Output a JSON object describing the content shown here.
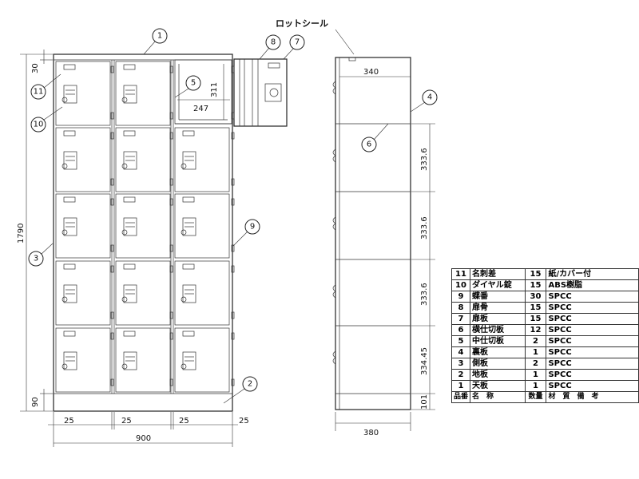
{
  "labels": {
    "seal": "ロットシール",
    "dims": {
      "top_margin": "30",
      "total_height": "1790",
      "base_height": "90",
      "gaps": [
        "25",
        "25",
        "25",
        "25"
      ],
      "total_width": "900",
      "depth": "380",
      "inner_depth": "340",
      "open_height": "311",
      "open_width": "247",
      "row_heights": [
        "333.6",
        "333.6",
        "333.6",
        "334.45"
      ],
      "bottom_height": "101"
    }
  },
  "callouts": [
    "1",
    "2",
    "3",
    "4",
    "5",
    "6",
    "7",
    "8",
    "9",
    "10",
    "11"
  ],
  "parts_table": {
    "rows": [
      {
        "no": "11",
        "name": "名刺差",
        "qty": "15",
        "material": "紙/カバー付"
      },
      {
        "no": "10",
        "name": "ダイヤル錠",
        "qty": "15",
        "material": "ABS樹脂"
      },
      {
        "no": "9",
        "name": "蝶番",
        "qty": "30",
        "material": "SPCC"
      },
      {
        "no": "8",
        "name": "扉骨",
        "qty": "15",
        "material": "SPCC"
      },
      {
        "no": "7",
        "name": "扉板",
        "qty": "15",
        "material": "SPCC"
      },
      {
        "no": "6",
        "name": "横仕切板",
        "qty": "12",
        "material": "SPCC"
      },
      {
        "no": "5",
        "name": "中仕切板",
        "qty": "2",
        "material": "SPCC"
      },
      {
        "no": "4",
        "name": "裏板",
        "qty": "1",
        "material": "SPCC"
      },
      {
        "no": "3",
        "name": "側板",
        "qty": "2",
        "material": "SPCC"
      },
      {
        "no": "2",
        "name": "地板",
        "qty": "1",
        "material": "SPCC"
      },
      {
        "no": "1",
        "name": "天板",
        "qty": "1",
        "material": "SPCC"
      }
    ],
    "header": {
      "no": "品番",
      "name": "名　称",
      "qty": "数量",
      "material": "材　質　備　考"
    }
  }
}
